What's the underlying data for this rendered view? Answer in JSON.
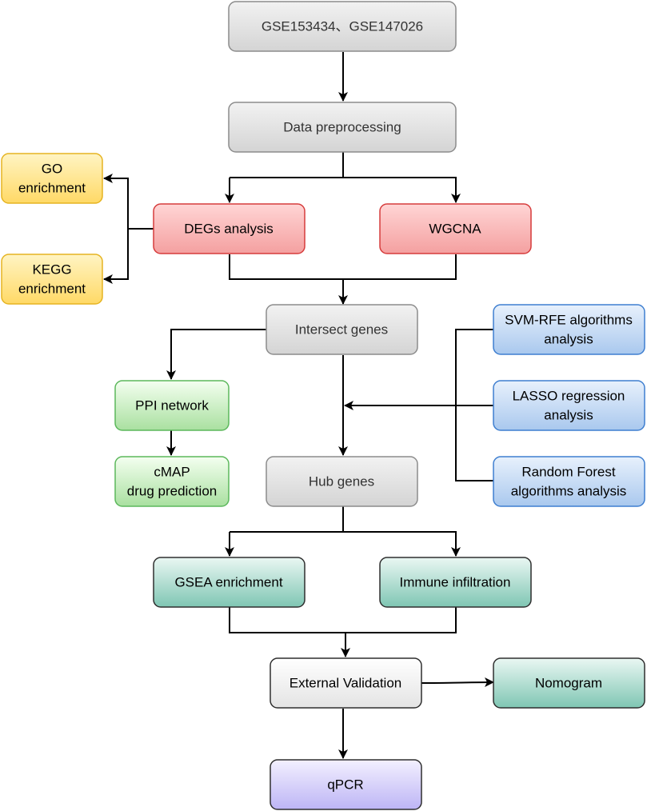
{
  "nodes": {
    "datasets": "GSE153434、GSE147026",
    "preprocessing": "Data preprocessing",
    "go": [
      "GO",
      "enrichment"
    ],
    "kegg": [
      "KEGG",
      "enrichment"
    ],
    "degs": "DEGs analysis",
    "wgcna": "WGCNA",
    "intersect": "Intersect genes",
    "svm": [
      "SVM-RFE algorithms",
      "analysis"
    ],
    "ppi": "PPI network",
    "lasso": [
      "LASSO regression",
      "analysis"
    ],
    "cmap": [
      "cMAP",
      "drug prediction"
    ],
    "hub": "Hub genes",
    "rf": [
      "Random Forest",
      "algorithms analysis"
    ],
    "gsea": "GSEA enrichment",
    "immune": "Immune infiltration",
    "validation": "External Validation",
    "nomogram": "Nomogram",
    "qpcr": "qPCR"
  },
  "colors": {
    "grey": [
      "#f2f2f2",
      "#d4d4d4"
    ],
    "light": [
      "#ffffff",
      "#e4e4e4"
    ],
    "yellow": [
      "#fff4c3",
      "#ffd966"
    ],
    "red": [
      "#ffd5d5",
      "#f4a0a0"
    ],
    "green": [
      "#f4fff0",
      "#a9e0a0"
    ],
    "blue": [
      "#e8f1fc",
      "#a9c8ee"
    ],
    "teal": [
      "#eaf7f3",
      "#7fc6b3"
    ],
    "purple": [
      "#f3f0ff",
      "#bdb5f5"
    ]
  }
}
